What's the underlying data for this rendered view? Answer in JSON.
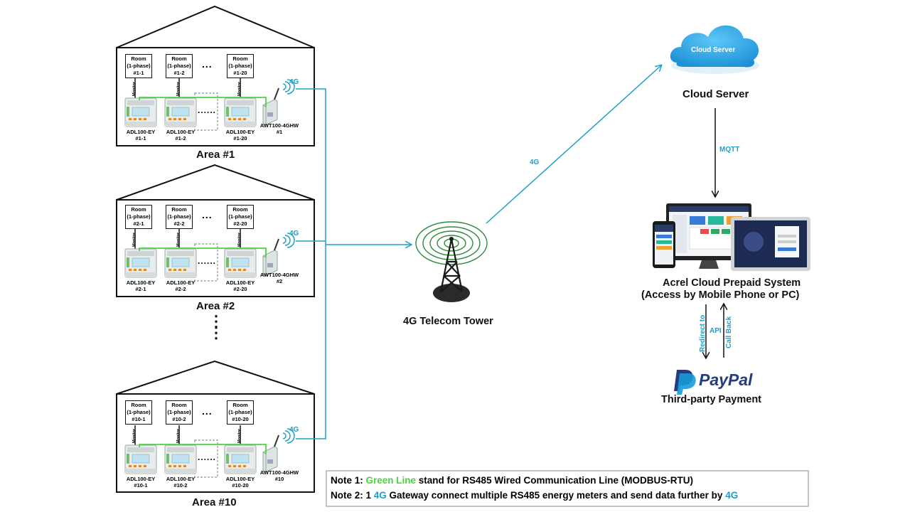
{
  "areas": [
    {
      "title": "Area #1",
      "rooms": [
        {
          "l1": "Room",
          "l2": "(1-phase)",
          "l3": "#1-1"
        },
        {
          "l1": "Room",
          "l2": "(1-phase)",
          "l3": "#1-2"
        },
        {
          "l1": "Room",
          "l2": "(1-phase)",
          "l3": "#1-20"
        }
      ],
      "meters": [
        {
          "l1": "ADL100-EY",
          "l2": "#1-1"
        },
        {
          "l1": "ADL100-EY",
          "l2": "#1-2"
        },
        {
          "l1": "ADL100-EY",
          "l2": "#1-20"
        }
      ],
      "gateway": {
        "l1": "AWT100-4GHW",
        "l2": "#1"
      }
    },
    {
      "title": "Area #2",
      "rooms": [
        {
          "l1": "Room",
          "l2": "(1-phase)",
          "l3": "#2-1"
        },
        {
          "l1": "Room",
          "l2": "(1-phase)",
          "l3": "#2-2"
        },
        {
          "l1": "Room",
          "l2": "(1-phase)",
          "l3": "#2-20"
        }
      ],
      "meters": [
        {
          "l1": "ADL100-EY",
          "l2": "#2-1"
        },
        {
          "l1": "ADL100-EY",
          "l2": "#2-2"
        },
        {
          "l1": "ADL100-EY",
          "l2": "#2-20"
        }
      ],
      "gateway": {
        "l1": "AWT100-4GHW",
        "l2": "#2"
      }
    },
    {
      "title": "Area #10",
      "rooms": [
        {
          "l1": "Room",
          "l2": "(1-phase)",
          "l3": "#10-1"
        },
        {
          "l1": "Room",
          "l2": "(1-phase)",
          "l3": "#10-2"
        },
        {
          "l1": "Room",
          "l2": "(1-phase)",
          "l3": "#10-20"
        }
      ],
      "meters": [
        {
          "l1": "ADL100-EY",
          "l2": "#10-1"
        },
        {
          "l1": "ADL100-EY",
          "l2": "#10-2"
        },
        {
          "l1": "ADL100-EY",
          "l2": "#10-20"
        }
      ],
      "gateway": {
        "l1": "AWT100-4GHW",
        "l2": "#10"
      }
    }
  ],
  "monitor_label": "Monitor",
  "gateway_signal_label": "4G",
  "room_ellipsis": "...",
  "meter_ellipsis": "......",
  "area_ellipsis": "⋮",
  "link_4g_label": "4G",
  "tower_label": "4G Telecom Tower",
  "cloud_inner_label": "Cloud Server",
  "cloud_label": "Cloud Server",
  "mqtt_label": "MQTT",
  "system_label_1": "Acrel Cloud Prepaid System",
  "system_label_2": "(Access by Mobile Phone or PC)",
  "redirect_label": "Redirect to",
  "api_label": "API",
  "callback_label": "Call Back",
  "paypal_logo_text": "PayPal",
  "payment_label": "Third-party Payment",
  "notes": {
    "note1_prefix": "Note 1: ",
    "note1_highlight": "Green Line",
    "note1_rest": " stand for RS485 Wired Communication Line (MODBUS-RTU)",
    "note2_prefix": "Note 2: 1 ",
    "note2_highlight": "4G",
    "note2_mid": " Gateway connect multiple RS485 energy meters and send data further by ",
    "note2_end": "4G"
  },
  "colors": {
    "rs485_line": "#4cd43f",
    "link_4g": "#1e9fc9",
    "cloud": "#29a9e8",
    "paypal_dark": "#253b80",
    "paypal_light": "#179bd7"
  }
}
